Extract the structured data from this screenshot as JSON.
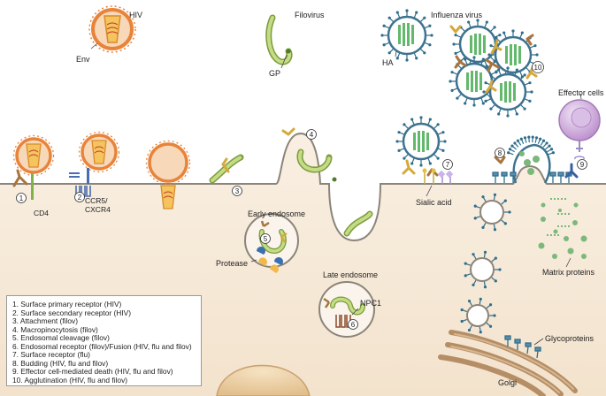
{
  "labels": {
    "hiv": "HIV",
    "env": "Env",
    "filovirus": "Filovirus",
    "gp": "GP",
    "influenza": "Influenza virus",
    "ha": "HA",
    "effector_cells": "Effector cells",
    "cd4": "CD4",
    "ccr5_cxcr4_line1": "CCR5/",
    "ccr5_cxcr4_line2": "CXCR4",
    "early_endosome": "Early endosome",
    "protease": "Protease",
    "sialic_acid": "Sialic acid",
    "matrix_proteins": "Matrix proteins",
    "late_endosome": "Late endosome",
    "npc1": "NPC1",
    "glycoproteins": "Glycoproteins",
    "golgi": "Golgi"
  },
  "step_markers": [
    "1",
    "2",
    "3",
    "4",
    "5",
    "6",
    "7",
    "8",
    "9",
    "10"
  ],
  "legend": [
    "1. Surface primary receptor (HIV)",
    "2. Surface secondary receptor (HIV)",
    "3. Attachment (filov)",
    "4. Macropinocytosis (filov)",
    "5. Endosomal cleavage (filov)",
    "6. Endosomal receptor (filov)/Fusion (HIV, flu and filov)",
    "7. Surface receptor (flu)",
    "8. Budding (HIV, flu and filov)",
    "9. Effector cell-mediated death (HIV, flu and filov)",
    "10. Agglutination (HIV, flu and filov)"
  ],
  "colors": {
    "cytoplasm": "#f7ecdd",
    "membrane": "#8c8479",
    "hiv_envelope": "#e8833a",
    "hiv_core": "#f5c45e",
    "filovirus": "#a6c659",
    "influenza_envelope": "#3d7390",
    "influenza_spike": "#2f6e8c",
    "influenza_rna": "#62b86b",
    "antibody_gold": "#d6a93b",
    "antibody_brown": "#a9743c",
    "receptor_blue": "#4a6db0",
    "effector_cell": "#c9a4d9",
    "matrix_protein": "#7cb87a",
    "golgi": "#a07a52",
    "nucleus": "#efd6ae"
  }
}
